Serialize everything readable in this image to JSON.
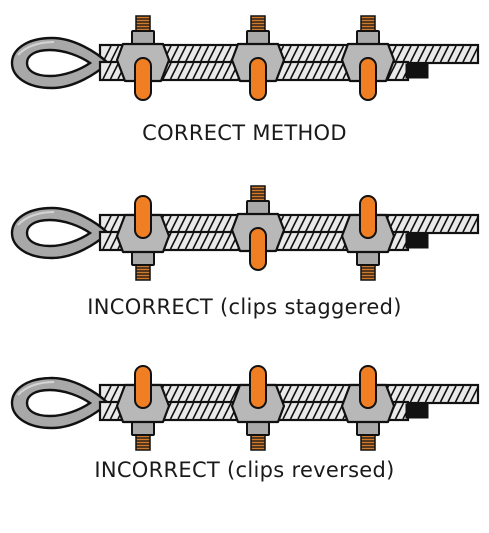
{
  "colors": {
    "rope_fill": "#e9e9e9",
    "rope_stroke": "#111111",
    "thimble_fill": "#a8a8a8",
    "clip_body": "#b8b8b8",
    "clip_nut": "#a9a9a9",
    "u_bolt": "#ef7f22",
    "stud": "#d07a2e",
    "cap": "#111111",
    "text": "#1a1a1a"
  },
  "panels": [
    {
      "caption": "CORRECT METHOD",
      "clips": [
        "saddle-up",
        "saddle-up",
        "saddle-up"
      ]
    },
    {
      "caption": "INCORRECT (clips staggered)",
      "clips": [
        "saddle-down",
        "saddle-up",
        "saddle-down"
      ]
    },
    {
      "caption": "INCORRECT (clips reversed)",
      "clips": [
        "saddle-down",
        "saddle-down",
        "saddle-down"
      ]
    }
  ]
}
